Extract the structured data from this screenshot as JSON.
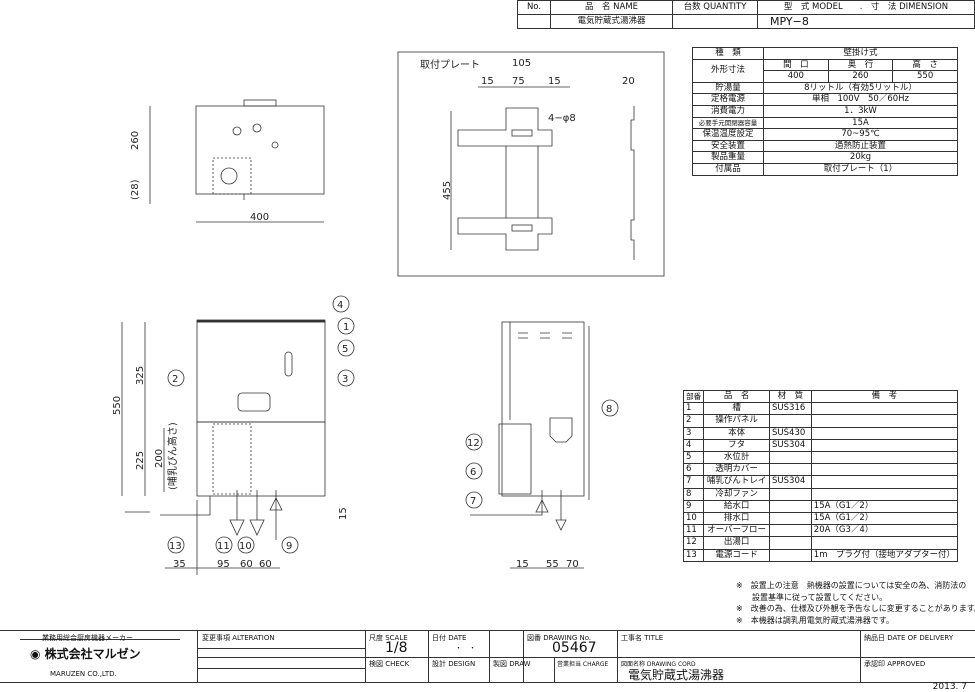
{
  "header": {
    "no_label": "No.",
    "name_label": "品　名 NAME",
    "quantity_label": "台数 QUANTITY",
    "model_label": "型　式 MODEL　　.　寸　法 DIMENSION",
    "product_name": "電気貯蔵式湯沸器",
    "model": "MPY−8"
  },
  "spec": {
    "type_label": "種　類",
    "type_value": "壁掛け式",
    "dims_label": "外形寸法",
    "width_label": "間　口",
    "depth_label": "奥　行",
    "height_label": "高　さ",
    "width": "400",
    "depth": "260",
    "height": "550",
    "rows": [
      {
        "label": "貯湯量",
        "value": "8リットル（有効5リットル）"
      },
      {
        "label": "定格電源",
        "value": "単相　100V　50／60Hz"
      },
      {
        "label": "消費電力",
        "value": "1．3kW"
      },
      {
        "label": "必要手元開閉器容量",
        "value": "15A"
      },
      {
        "label": "保温温度設定",
        "value": "70~95℃"
      },
      {
        "label": "安全装置",
        "value": "過熱防止装置"
      },
      {
        "label": "製品重量",
        "value": "20kg"
      },
      {
        "label": "付属品",
        "value": "取付プレート（1）"
      }
    ]
  },
  "parts": {
    "headers": [
      "部番",
      "品　名",
      "材　質",
      "備　考"
    ],
    "rows": [
      [
        "1",
        "槽",
        "SUS316",
        ""
      ],
      [
        "2",
        "操作パネル",
        "",
        ""
      ],
      [
        "3",
        "本体",
        "SUS430",
        ""
      ],
      [
        "4",
        "フタ",
        "SUS304",
        ""
      ],
      [
        "5",
        "水位計",
        "",
        ""
      ],
      [
        "6",
        "透明カバー",
        "",
        ""
      ],
      [
        "7",
        "哺乳びんトレイ",
        "SUS304",
        ""
      ],
      [
        "8",
        "冷却ファン",
        "",
        ""
      ],
      [
        "9",
        "給水口",
        "",
        "15A（G1／2）"
      ],
      [
        "10",
        "排水口",
        "",
        "15A（G1／2）"
      ],
      [
        "11",
        "オーバーフロー",
        "",
        "20A（G3／4）"
      ],
      [
        "12",
        "出湯口",
        "",
        ""
      ],
      [
        "13",
        "電源コード",
        "",
        "1m　プラグ付（接地アダプター付）"
      ]
    ]
  },
  "notes": [
    "※　設置上の注意　熱機器の設置については安全の為、消防法の",
    "　　設置基準に従って設置してください。",
    "※　改善の為、仕様及び外観を予告なしに変更することがあります。",
    "※　本機器は調乳用電気貯蔵式湯沸器です。"
  ],
  "plate": {
    "title": "取付プレート",
    "d105": "105",
    "d15a": "15",
    "d75": "75",
    "d15b": "15",
    "d20": "20",
    "holes": "4−φ8",
    "d455": "455"
  },
  "top_view": {
    "d260": "260",
    "d28": "(28)",
    "d400": "400"
  },
  "front_view": {
    "d550": "550",
    "d325": "325",
    "d225": "225",
    "d200": "200",
    "bottle_height": "(哺乳びん高さ)",
    "d15": "15",
    "d35": "35",
    "d95": "95",
    "d60a": "60",
    "d60b": "60",
    "callouts": [
      "4",
      "1",
      "5",
      "2",
      "3",
      "13",
      "11",
      "10",
      "9"
    ]
  },
  "side_view": {
    "d15": "15",
    "d55": "55",
    "d70": "70",
    "callouts": [
      "8",
      "12",
      "6",
      "7"
    ]
  },
  "title_block": {
    "maker_tag": "業務用総合厨房機器メーカー",
    "company": "株式会社マルゼン",
    "company_en": "MARUZEN CO.,LTD.",
    "alteration": "変更事項 ALTERATION",
    "scale_label": "尺度 SCALE",
    "scale": "1/8",
    "date_label": "日付 DATE",
    "date_value": "・　・",
    "drawing_no_label": "図番 DRAWING No.",
    "drawing_no": "05467",
    "title_label": "工事名 TITLE",
    "delivery_label": "納品日 DATE OF DELIVERY",
    "check_label": "検図 CHECK",
    "design_label": "設計 DESIGN",
    "draw_label": "製図 DRAW",
    "charge_label": "営業担当 CHARGE",
    "drawing_cord_label": "図面名称 DRAWING CORD",
    "drawing_name": "電気貯蔵式湯沸器",
    "approved_label": "承認印 APPROVED"
  },
  "revision_date": "2013. 7"
}
